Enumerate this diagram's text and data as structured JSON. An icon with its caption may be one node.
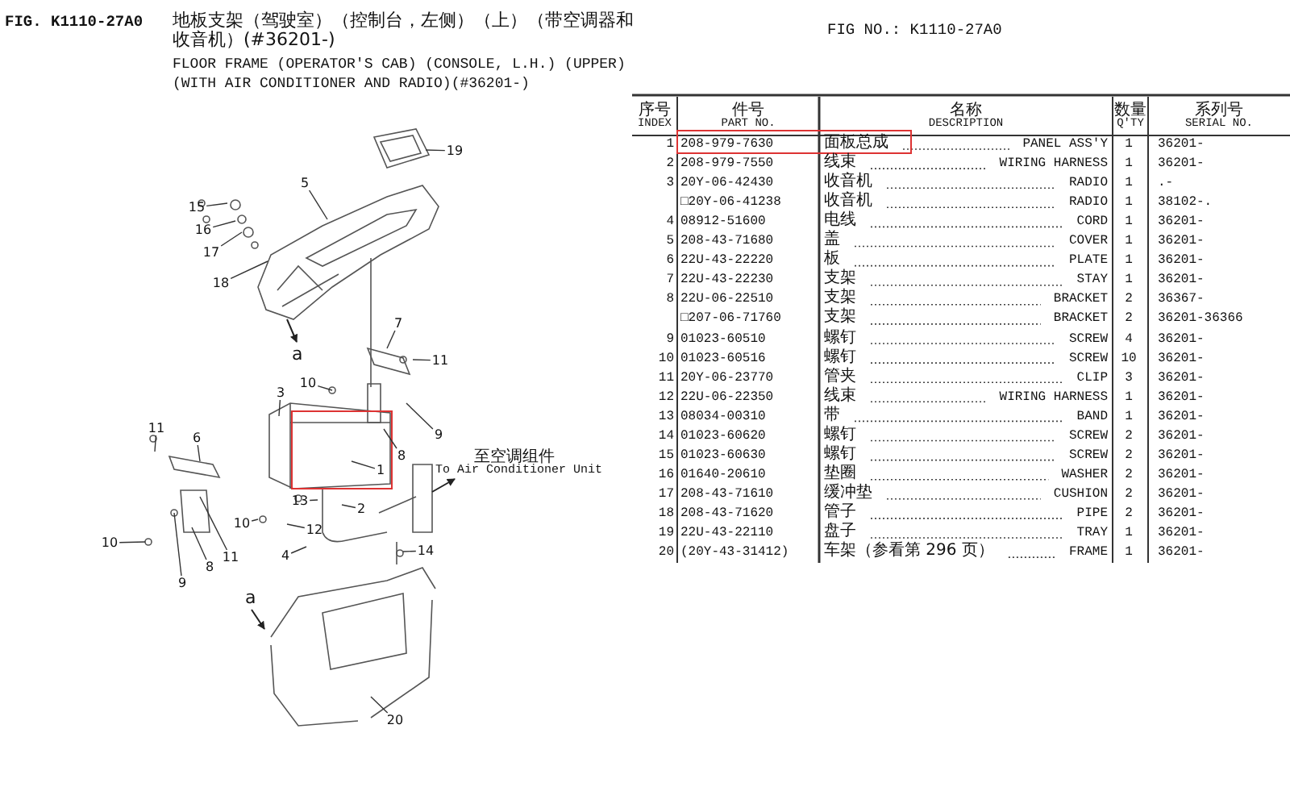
{
  "diagram": {
    "nodes": [
      {
        "text": [
          "19"
        ]
      },
      {
        "text": [
          "5"
        ]
      },
      {
        "text": [
          "15"
        ]
      },
      {
        "text": [
          "16"
        ]
      },
      {
        "text": [
          "17"
        ]
      },
      {
        "text": [
          "18"
        ]
      },
      {
        "text": [
          "7"
        ]
      },
      {
        "text": [
          "11"
        ]
      },
      {
        "text": [
          "10"
        ]
      },
      {
        "text": [
          "3"
        ]
      },
      {
        "text": [
          "11"
        ]
      },
      {
        "text": [
          "9"
        ]
      },
      {
        "text": [
          "6"
        ]
      },
      {
        "text": [
          "1"
        ]
      },
      {
        "text": [
          "8"
        ]
      },
      {
        "text": [
          "2"
        ]
      },
      {
        "text": [
          "13"
        ]
      },
      {
        "text": [
          "12"
        ]
      },
      {
        "text": [
          "10"
        ]
      },
      {
        "text": [
          "11"
        ]
      },
      {
        "text": [
          "4"
        ]
      },
      {
        "text": [
          "14"
        ]
      },
      {
        "text": [
          "8"
        ]
      },
      {
        "text": [
          "9"
        ]
      },
      {
        "text": [
          "10"
        ]
      },
      {
        "text": [
          "20"
        ]
      }
    ],
    "edges": [
      {
        "from": 0,
        "to": null,
        "arrow": "none"
      },
      {
        "from": 1,
        "to": null,
        "arrow": "none"
      },
      {
        "from": 2,
        "to": null,
        "arrow": "none"
      },
      {
        "from": 3,
        "to": null,
        "arrow": "none"
      },
      {
        "from": 4,
        "to": null,
        "arrow": "none"
      },
      {
        "from": 5,
        "to": null,
        "arrow": "none"
      },
      {
        "from": 6,
        "to": null,
        "arrow": "none"
      },
      {
        "from": 7,
        "to": null,
        "arrow": "none"
      },
      {
        "from": 8,
        "to": null,
        "arrow": "none"
      },
      {
        "from": 9,
        "to": null,
        "arrow": "none"
      },
      {
        "from": 10,
        "to": null,
        "arrow": "none"
      },
      {
        "from": 11,
        "to": null,
        "arrow": "none"
      },
      {
        "from": 12,
        "to": null,
        "arrow": "none"
      },
      {
        "from": 13,
        "to": null,
        "arrow": "none"
      },
      {
        "from": 14,
        "to": null,
        "arrow": "none"
      },
      {
        "from": 15,
        "to": null,
        "arrow": "none"
      },
      {
        "from": 16,
        "to": null,
        "arrow": "none"
      },
      {
        "from": 17,
        "to": null,
        "arrow": "none"
      },
      {
        "from": 18,
        "to": null,
        "arrow": "none"
      },
      {
        "from": 19,
        "to": null,
        "arrow": "none"
      },
      {
        "from": 20,
        "to": null,
        "arrow": "none"
      },
      {
        "from": 21,
        "to": null,
        "arrow": "none"
      },
      {
        "from": 22,
        "to": null,
        "arrow": "none"
      },
      {
        "from": 23,
        "to": null,
        "arrow": "none"
      },
      {
        "from": 24,
        "to": null,
        "arrow": "none"
      },
      {
        "from": 25,
        "to": null,
        "arrow": "none"
      }
    ],
    "labels": [
      "FIG. K1110-27A0",
      "地板支架（驾驶室）（控制台，左侧）（上）（带空调器和收音机）(#36201-)",
      "FLOOR FRAME (OPERATOR'S CAB) (CONSOLE, L.H.) (UPPER) (WITH AIR CONDITIONER AND RADIO)(#36201-)",
      "FIG NO.: K1110-27A0",
      "序号",
      "INDEX",
      "件号",
      "PART NO.",
      "名称",
      "DESCRIPTION",
      "数量",
      "Q'TY",
      "系列号",
      "SERIAL NO.",
      "1",
      "208-979-7630",
      "面板总成",
      "PANEL ASS'Y",
      "1",
      "36201-",
      "2",
      "208-979-7550",
      "线束",
      "WIRING HARNESS",
      "1",
      "36201-",
      "3",
      "20Y-06-42430",
      "收音机",
      "RADIO",
      "1",
      ".-",
      "□20Y-06-41238",
      "收音机",
      "RADIO",
      "1",
      "38102-.",
      "4",
      "08912-51600",
      "电线",
      "CORD",
      "1",
      "36201-",
      "5",
      "208-43-71680",
      "盖",
      "COVER",
      "1",
      "36201-",
      "6",
      "22U-43-22220",
      "板",
      "PLATE",
      "1",
      "36201-",
      "7",
      "22U-43-22230",
      "支架",
      "STAY",
      "1",
      "36201-",
      "8",
      "22U-06-22510",
      "支架",
      "BRACKET",
      "2",
      "36367-",
      "□207-06-71760",
      "支架",
      "BRACKET",
      "2",
      "36201-36366",
      "9",
      "01023-60510",
      "螺钉",
      "SCREW",
      "4",
      "36201-",
      "10",
      "01023-60516",
      "螺钉",
      "SCREW",
      "10",
      "36201-",
      "11",
      "20Y-06-23770",
      "管夹",
      "CLIP",
      "3",
      "36201-",
      "12",
      "22U-06-22350",
      "线束",
      "WIRING HARNESS",
      "1",
      "36201-",
      "13",
      "08034-00310",
      "带",
      "BAND",
      "1",
      "36201-",
      "14",
      "01023-60620",
      "螺钉",
      "SCREW",
      "2",
      "36201-",
      "15",
      "01023-60630",
      "螺钉",
      "SCREW",
      "2",
      "36201-",
      "16",
      "01640-20610",
      "垫圈",
      "WASHER",
      "2",
      "36201-",
      "17",
      "208-43-71610",
      "缓冲垫",
      "CUSHION",
      "2",
      "36201-",
      "18",
      "208-43-71620",
      "管子",
      "PIPE",
      "2",
      "36201-",
      "19",
      "22U-43-22110",
      "盘子",
      "TRAY",
      "1",
      "36201-",
      "20",
      "(20Y-43-31412)",
      "车架（参看第 296 页）",
      "FRAME",
      "1",
      "36201-",
      "a",
      "至空调组件",
      "To Air Conditioner Unit",
      "a"
    ]
  }
}
